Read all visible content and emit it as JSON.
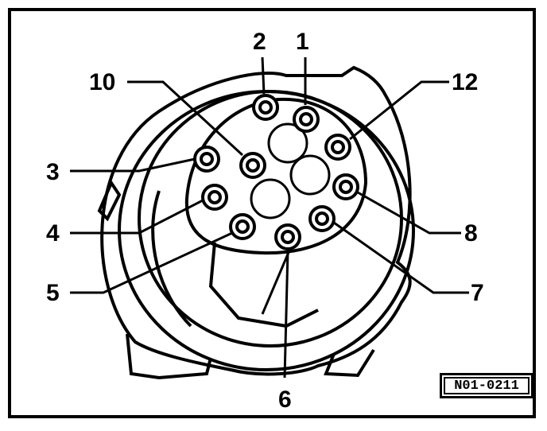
{
  "figure": {
    "reference_code": "N01-0211",
    "pins": [
      {
        "number": "1"
      },
      {
        "number": "2"
      },
      {
        "number": "3"
      },
      {
        "number": "4"
      },
      {
        "number": "5"
      },
      {
        "number": "6"
      },
      {
        "number": "7"
      },
      {
        "number": "8"
      },
      {
        "number": "10"
      },
      {
        "number": "12"
      }
    ]
  },
  "colors": {
    "line": "#000000",
    "background": "#ffffff"
  }
}
